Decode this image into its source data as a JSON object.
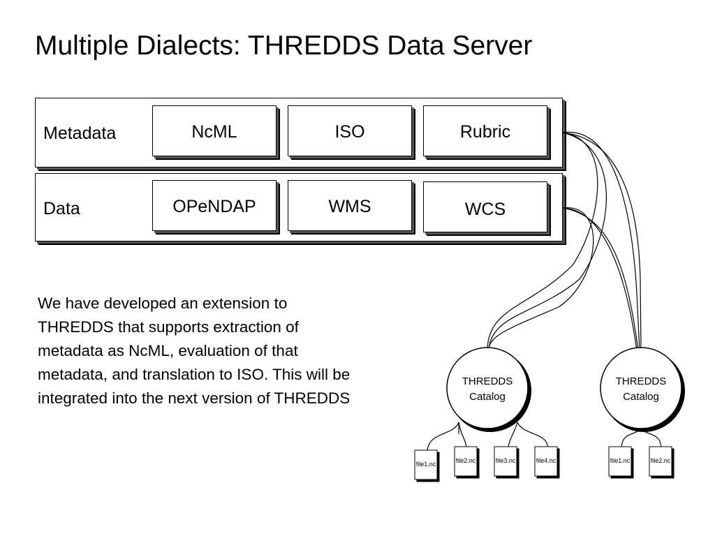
{
  "title": "Multiple Dialects: THREDDS Data Server",
  "panels": {
    "metadata": {
      "label": "Metadata",
      "services": [
        "NcML",
        "ISO",
        "Rubric"
      ]
    },
    "data": {
      "label": "Data",
      "services": [
        "OPeNDAP",
        "WMS",
        "WCS"
      ]
    }
  },
  "description": "We have developed an extension to THREDDS that supports extraction of metadata as NcML, evaluation of that metadata, and translation to ISO. This will be integrated into the next version of THREDDS",
  "catalogs": [
    {
      "line1": "THREDDS",
      "line2": "Catalog",
      "files": [
        "file1.nc",
        "file2.nc",
        "file3.nc",
        "file4.nc"
      ]
    },
    {
      "line1": "THREDDS",
      "line2": "Catalog",
      "files": [
        "file1.nc",
        "file2.nc"
      ]
    }
  ]
}
